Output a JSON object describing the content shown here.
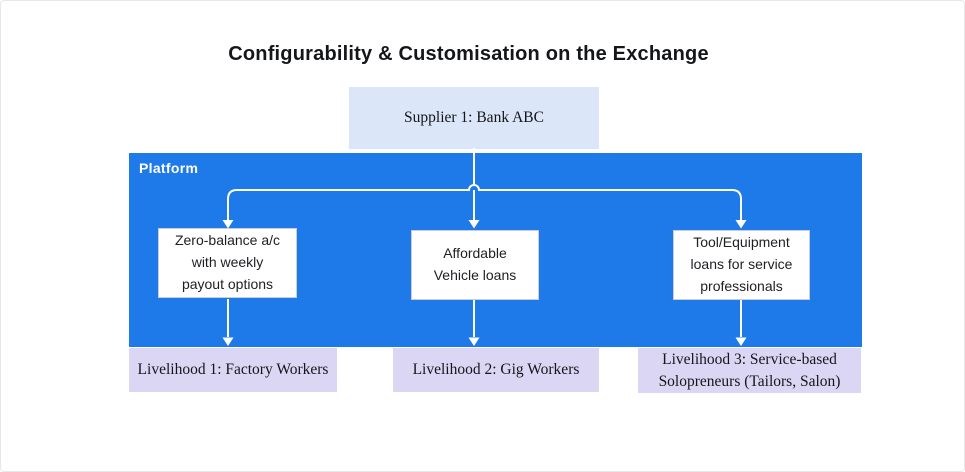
{
  "title": "Configurability & Customisation on the Exchange",
  "supplier": {
    "label": "Supplier 1: Bank ABC"
  },
  "platform": {
    "label": "Platform",
    "offerings": [
      {
        "label": "Zero-balance a/c with weekly payout options"
      },
      {
        "label": "Affordable Vehicle loans"
      },
      {
        "label": "Tool/Equipment loans for service professionals"
      }
    ]
  },
  "livelihoods": [
    {
      "label": "Livelihood 1: Factory Workers"
    },
    {
      "label": "Livelihood 2: Gig Workers"
    },
    {
      "label": "Livelihood 3: Service-based Solopreneurs (Tailors, Salon)"
    }
  ],
  "colors": {
    "platform_blue": "#1e7ae8",
    "supplier_bg": "#dbe6f8",
    "livelihood_bg": "#dcd6f5",
    "connector": "#ffffff"
  }
}
